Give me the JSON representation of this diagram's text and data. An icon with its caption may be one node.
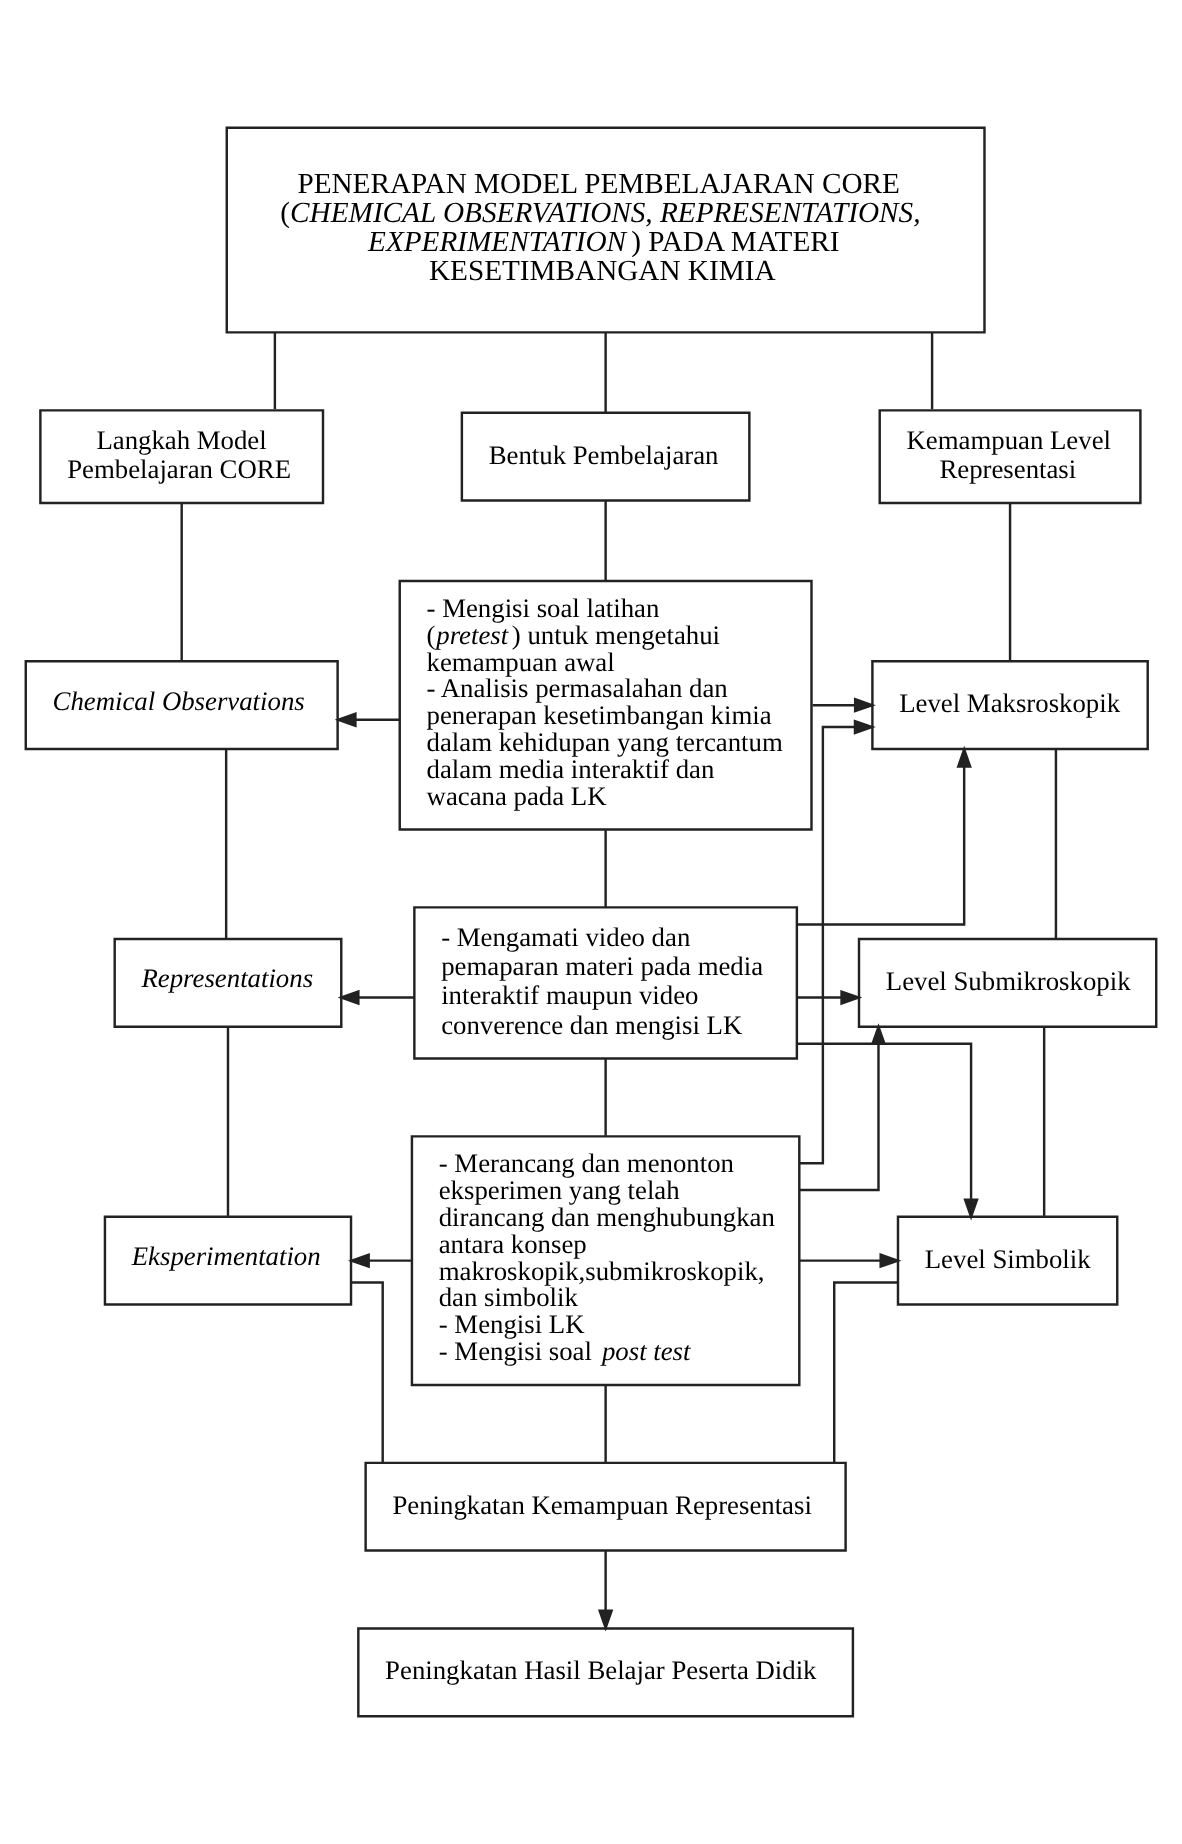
{
  "diagram": {
    "nodes": [
      {
        "text": [
          "PENERAPAN MODEL PEMBELAJARAN CORE (*CHEMICAL OBSERVATIONS, REPRESENTATIONS, EXPERIMENTATION*) PADA MATERI KESETIMBANGAN KIMIA"
        ]
      },
      {
        "text": [
          "Langkah Model Pembelajaran CORE"
        ]
      },
      {
        "text": [
          "Bentuk Pembelajaran"
        ]
      },
      {
        "text": [
          "Kemampuan Level Representasi"
        ]
      },
      {
        "text": [
          "- Mengisi soal latihan (*pretest*) untuk mengetahui kemampuan awal",
          "- Analisis permasalahan dan penerapan kesetimbangan kimia dalam kehidupan yang tercantum dalam media interaktif dan wacana pada LK"
        ]
      },
      {
        "text": [
          "Chemical Observations"
        ]
      },
      {
        "text": [
          "Level Maksroskopik"
        ]
      },
      {
        "text": [
          "- Mengamati video dan pemaparan materi pada media interaktif maupun video converence dan mengisi LK"
        ]
      },
      {
        "text": [
          "Representations"
        ]
      },
      {
        "text": [
          "Level Submikroskopik"
        ]
      },
      {
        "text": [
          "- Merancang dan menonton eksperimen yang telah dirancang dan menghubungkan antara konsep makroskopik,submikroskopik, dan simbolik",
          "- Mengisi LK",
          "- Mengisi soal *post test*"
        ]
      },
      {
        "text": [
          "Eksperimentation"
        ]
      },
      {
        "text": [
          "Level Simbolik"
        ]
      },
      {
        "text": [
          "Peningkatan Kemampuan Representasi"
        ]
      },
      {
        "text": [
          "Peningkatan Hasil Belajar Peserta Didik"
        ]
      }
    ],
    "edges": [
      {
        "from": 0,
        "to": 1,
        "arrow": "none"
      },
      {
        "from": 0,
        "to": 2,
        "arrow": "none"
      },
      {
        "from": 0,
        "to": 3,
        "arrow": "none"
      },
      {
        "from": 1,
        "to": 5,
        "arrow": "none"
      },
      {
        "from": 2,
        "to": 4,
        "arrow": "none"
      },
      {
        "from": 3,
        "to": 6,
        "arrow": "none"
      },
      {
        "from": 4,
        "to": 5,
        "arrow": "to"
      },
      {
        "from": 4,
        "to": 6,
        "arrow": "to"
      },
      {
        "from": 5,
        "to": 8,
        "arrow": "none"
      },
      {
        "from": 4,
        "to": 7,
        "arrow": "none"
      },
      {
        "from": 6,
        "to": 9,
        "arrow": "none"
      },
      {
        "from": 7,
        "to": 8,
        "arrow": "to"
      },
      {
        "from": 7,
        "to": 6,
        "arrow": "to"
      },
      {
        "from": 7,
        "to": 9,
        "arrow": "to"
      },
      {
        "from": 7,
        "to": 12,
        "arrow": "to"
      },
      {
        "from": 8,
        "to": 11,
        "arrow": "none"
      },
      {
        "from": 7,
        "to": 10,
        "arrow": "none"
      },
      {
        "from": 9,
        "to": 12,
        "arrow": "none"
      },
      {
        "from": 10,
        "to": 11,
        "arrow": "to"
      },
      {
        "from": 10,
        "to": 6,
        "arrow": "to"
      },
      {
        "from": 10,
        "to": 9,
        "arrow": "to"
      },
      {
        "from": 10,
        "to": 12,
        "arrow": "to"
      },
      {
        "from": 11,
        "to": 13,
        "arrow": "none"
      },
      {
        "from": 10,
        "to": 13,
        "arrow": "none"
      },
      {
        "from": 12,
        "to": 13,
        "arrow": "none"
      },
      {
        "from": 13,
        "to": 14,
        "arrow": "to"
      }
    ]
  }
}
